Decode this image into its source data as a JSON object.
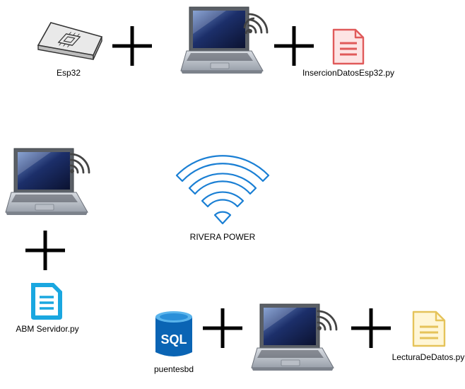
{
  "labels": {
    "esp32": "Esp32",
    "insercion": "InsercionDatosEsp32.py",
    "network": "RIVERA POWER",
    "abm": "ABM Servidor.py",
    "db": "puentesbd",
    "db_badge": "SQL",
    "lectura": "LecturaDeDatos.py"
  },
  "colors": {
    "wifi_network": "#1a7fd4",
    "doc_red": "#e05a5a",
    "doc_red_fill": "#fde4e4",
    "doc_blue": "#1aa7e0",
    "doc_yellow": "#e5c35a",
    "doc_yellow_fill": "#fff6d6",
    "sql_blue": "#0a64b4",
    "plus": "#000000"
  },
  "icons": [
    "chip-icon",
    "laptop-icon",
    "wifi-icon",
    "document-icon",
    "database-icon",
    "plus-icon"
  ]
}
